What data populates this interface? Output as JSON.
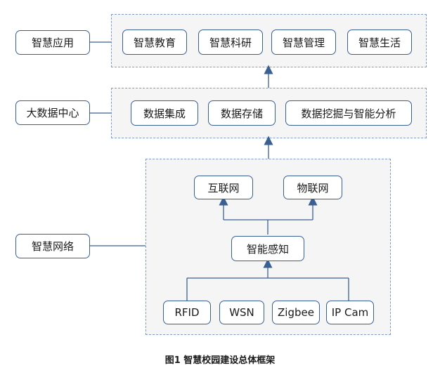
{
  "layers": {
    "app": {
      "label": "智慧应用",
      "items": [
        "智慧教育",
        "智慧科研",
        "智慧管理",
        "智慧生活"
      ]
    },
    "bigdata": {
      "label": "大数据中心",
      "items": [
        "数据集成",
        "数据存储",
        "数据挖掘与智能分析"
      ]
    },
    "network": {
      "label": "智慧网络",
      "top_items": [
        "互联网",
        "物联网"
      ],
      "middle": "智能感知",
      "bottom_items": [
        "RFID",
        "WSN",
        "Zigbee",
        "IP Cam"
      ]
    }
  },
  "caption": "图1 智慧校园建设总体框架",
  "colors": {
    "box_border": "#3a5f93",
    "group_border": "#7d9cc8",
    "group_fill": "#f5f5f5",
    "line": "#3a5f93"
  }
}
